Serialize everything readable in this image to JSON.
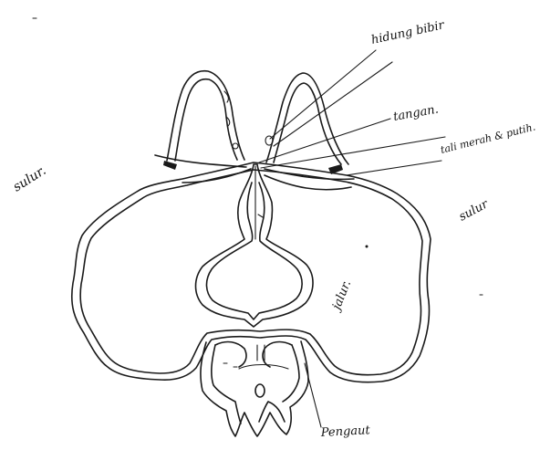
{
  "colors": {
    "ink": "#1a1a1a",
    "paper": "#ffffff"
  },
  "labels": {
    "hidung_bibir": "hidung bibir",
    "tangan": "tangan.",
    "tali_merah_putih": "tali merah & putih.",
    "sulur_left": "sulur.",
    "sulur_right": "sulur",
    "jalur": "jalur.",
    "pengaut": "Pengaut"
  }
}
